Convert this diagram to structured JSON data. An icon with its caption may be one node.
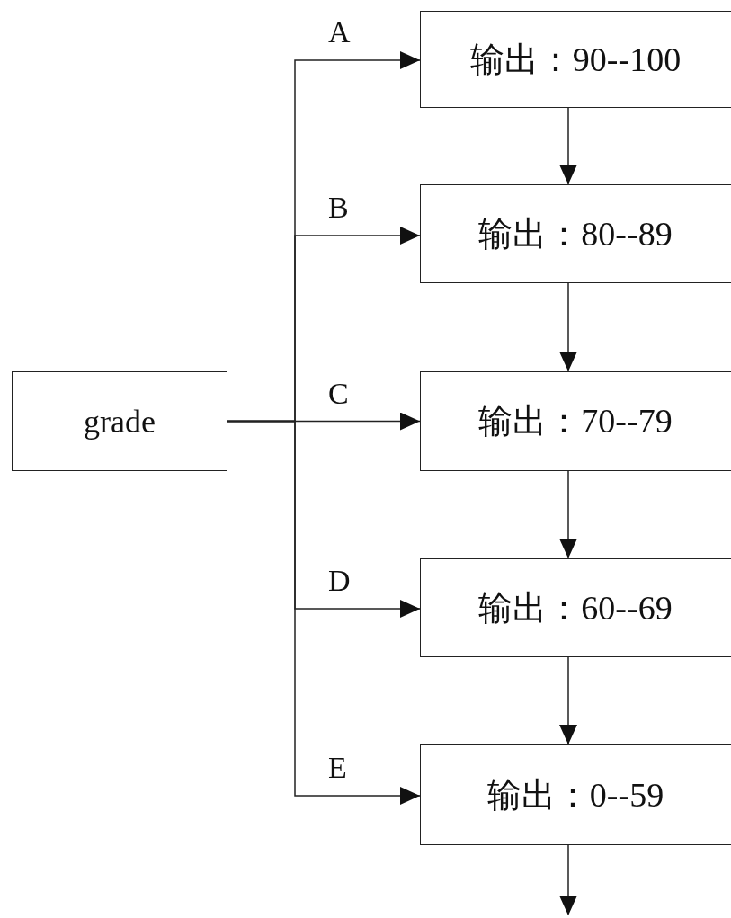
{
  "diagram": {
    "nodes": [
      {
        "text": [
          "grade"
        ]
      },
      {
        "text": [
          "输出：90--100"
        ]
      },
      {
        "text": [
          "输出：80--89"
        ]
      },
      {
        "text": [
          "输出：70--79"
        ]
      },
      {
        "text": [
          "输出：60--69"
        ]
      },
      {
        "text": [
          "输出：0--59"
        ]
      }
    ],
    "edges": [
      {
        "from": 0,
        "to": 1,
        "arrow": "to",
        "label": "A"
      },
      {
        "from": 0,
        "to": 2,
        "arrow": "to",
        "label": "B"
      },
      {
        "from": 0,
        "to": 3,
        "arrow": "to",
        "label": "C"
      },
      {
        "from": 0,
        "to": 4,
        "arrow": "to",
        "label": "D"
      },
      {
        "from": 0,
        "to": 5,
        "arrow": "to",
        "label": "E"
      },
      {
        "from": 1,
        "to": 2,
        "arrow": "to"
      },
      {
        "from": 2,
        "to": 3,
        "arrow": "to"
      },
      {
        "from": 3,
        "to": 4,
        "arrow": "to"
      },
      {
        "from": 4,
        "to": 5,
        "arrow": "to"
      },
      {
        "from": 5,
        "to": null,
        "arrow": "to"
      }
    ]
  }
}
